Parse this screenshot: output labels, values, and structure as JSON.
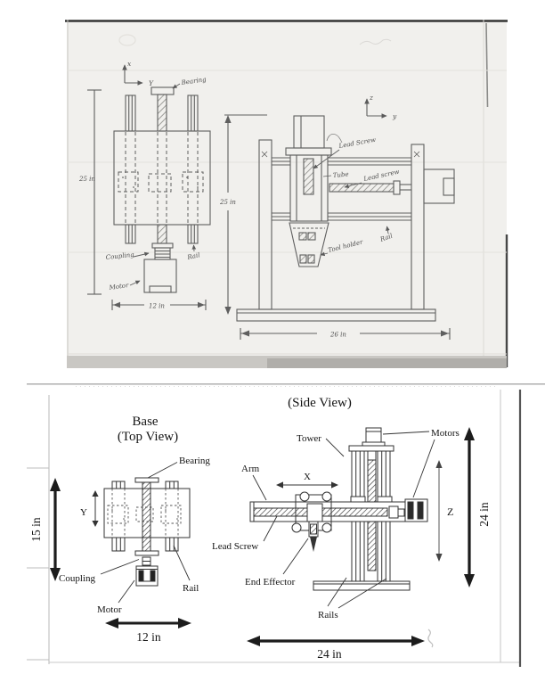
{
  "top_sketch": {
    "description": "hand-drawn pencil sketch page",
    "top_view": {
      "axis_x": "x",
      "axis_y": "Y",
      "bearing": "Bearing",
      "coupling": "Coupling",
      "motor": "Motor",
      "rail": "Rail",
      "dim_height": "25 in",
      "dim_width": "12 in"
    },
    "side_view": {
      "axis_z": "z",
      "axis_y": "y",
      "lead_screw_vertical": "Lead Screw",
      "tube": "Tube",
      "lead_screw_horizontal": "Lead screw",
      "rail": "Rail",
      "tool_holder": "Tool holder",
      "dim_height": "25 in",
      "dim_width": "26 in"
    }
  },
  "bottom_drawing": {
    "top_view": {
      "title": "Base",
      "subtitle": "(Top View)",
      "bearing": "Bearing",
      "axis_y": "Y",
      "coupling": "Coupling",
      "motor": "Motor",
      "rail": "Rail",
      "dim_height": "15 in",
      "dim_width": "12 in"
    },
    "side_view": {
      "title": "(Side View)",
      "tower": "Tower",
      "motors": "Motors",
      "arm": "Arm",
      "axis_x": "X",
      "axis_z": "Z",
      "lead_screw": "Lead Screw",
      "end_effector": "End Effector",
      "rails": "Rails",
      "dim_width": "24 in",
      "dim_height": "24 in"
    }
  },
  "colors": {
    "pencil": "#5f5f5f",
    "ink": "#333333",
    "dim_arrow": "#1c1c1c",
    "scan_paper": "#f1f0ed"
  }
}
